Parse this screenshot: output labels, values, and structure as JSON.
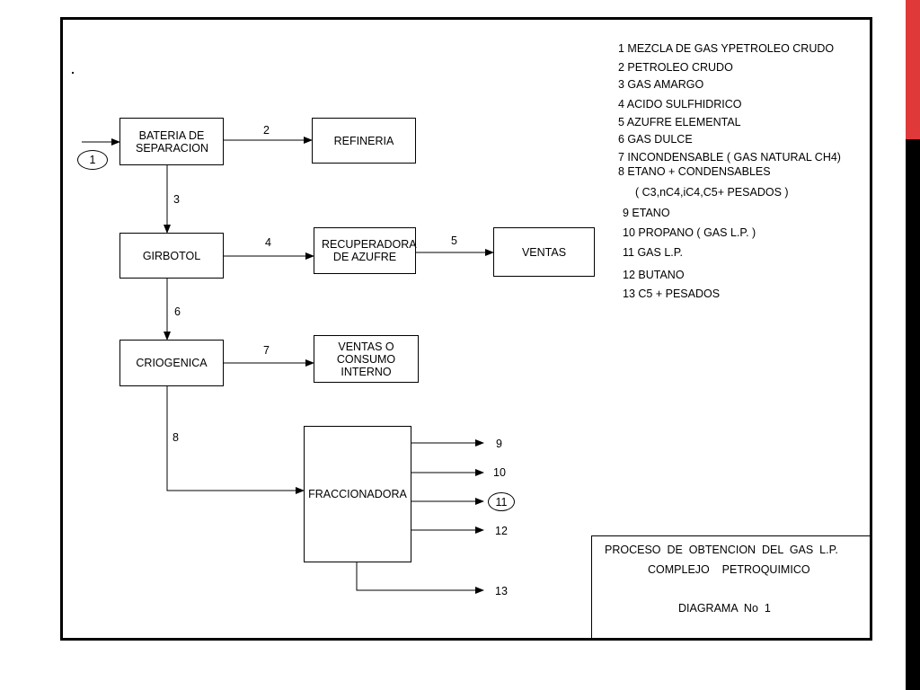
{
  "boxes": {
    "bateria": "BATERIA DE SEPARACION",
    "refineria": "REFINERIA",
    "girbotol": "GIRBOTOL",
    "recuperadora": "RECUPERADORA DE AZUFRE",
    "ventas": "VENTAS",
    "criogenica": "CRIOGENICA",
    "ventas_consumo": "VENTAS O CONSUMO INTERNO",
    "fraccionadora": "FRACCIONADORA"
  },
  "streams": {
    "s1": "1",
    "s2": "2",
    "s3": "3",
    "s4": "4",
    "s5": "5",
    "s6": "6",
    "s7": "7",
    "s8": "8",
    "s9": "9",
    "s10": "10",
    "s11": "11",
    "s12": "12",
    "s13": "13"
  },
  "legend": [
    "1 MEZCLA DE GAS YPETROLEO CRUDO",
    "2 PETROLEO CRUDO",
    "3 GAS AMARGO",
    "4 ACIDO SULFHIDRICO",
    "5 AZUFRE ELEMENTAL",
    "6 GAS DULCE",
    "7 INCONDENSABLE ( GAS NATURAL  CH4)",
    "8 ETANO + CONDENSABLES",
    "( C3,nC4,iC4,C5+ PESADOS )",
    "9 ETANO",
    "10 PROPANO ( GAS L.P. )",
    "11 GAS L.P.",
    "12 BUTANO",
    "13 C5 + PESADOS"
  ],
  "title_block": {
    "line1": "PROCESO  DE  OBTENCION  DEL  GAS  L.P.",
    "line2": "COMPLEJO    PETROQUIMICO",
    "line3": "DIAGRAMA  No  1"
  },
  "colors": {
    "accent_red": "#e0393a",
    "accent_black": "#000000"
  }
}
